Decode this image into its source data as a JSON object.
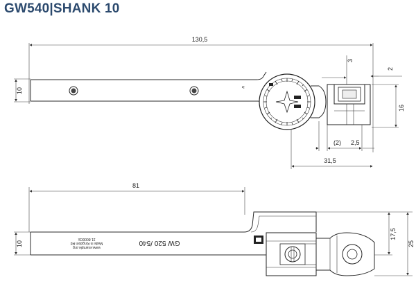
{
  "title": "GW540|SHANK 10",
  "top_view": {
    "dim_length": "130,5",
    "dim_width": "10",
    "dim_3": "3",
    "dim_2": "2",
    "dim_16": "16",
    "dim_2_paren": "(2)",
    "dim_2_5": "2,5",
    "dim_31_5": "31,5",
    "head_letters": "R"
  },
  "bottom_view": {
    "dim_81": "81",
    "dim_10": "10",
    "dim_17_5": "17,5",
    "dim_25": "25",
    "engraving": "GW 520 /540",
    "small_text_lines": [
      "21 8000CE",
      "Made in Kingdom Rd",
      "www.example.org"
    ]
  }
}
